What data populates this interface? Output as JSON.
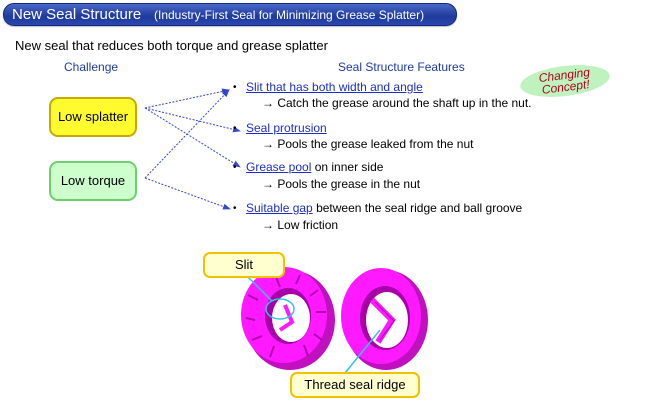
{
  "title": {
    "main": "New Seal Structure",
    "sub": "(Industry-First Seal for Minimizing Grease Splatter)"
  },
  "subtitle": "New seal that reduces both torque and grease splatter",
  "columns": {
    "challenge": "Challenge",
    "features": "Seal Structure Features"
  },
  "challenges": [
    "Low splatter",
    "Low torque"
  ],
  "features": [
    {
      "link": "Slit that has both width and angle",
      "rest": "",
      "detail": "Catch the grease around the shaft up in the nut."
    },
    {
      "link": "Seal protrusion",
      "rest": "",
      "detail": "Pools the grease leaked from the nut"
    },
    {
      "link": "Grease pool",
      "rest": " on inner side",
      "detail": "Pools the grease in the nut"
    },
    {
      "link": "Suitable gap",
      "rest": " between the seal ridge and ball groove",
      "detail": "Low friction"
    }
  ],
  "arrow_glyph": "→",
  "bullet_glyph": "•",
  "changing": {
    "line1": "Changing",
    "line2": "Concept!"
  },
  "callouts": {
    "slit": "Slit",
    "thread": "Thread seal ridge"
  },
  "colors": {
    "title_bar": "#1e3a9c",
    "link": "#1d2fc2",
    "seal": "#ff19ff",
    "callout_border": "#f2c100"
  }
}
